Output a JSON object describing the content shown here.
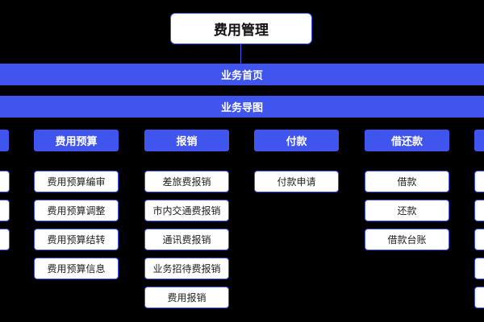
{
  "root": {
    "title": "费用管理"
  },
  "bands": {
    "home": "业务首页",
    "guide": "业务导图"
  },
  "columns": [
    {
      "title": "费用预算",
      "items": [
        "费用预算编审",
        "费用预算调整",
        "费用预算结转",
        "费用预算信息"
      ]
    },
    {
      "title": "报销",
      "items": [
        "差旅费报销",
        "市内交通费报销",
        "通讯费报销",
        "业务招待费报销",
        "费用报销"
      ]
    },
    {
      "title": "付款",
      "items": [
        "付款申请"
      ]
    },
    {
      "title": "借还款",
      "items": [
        "借款",
        "还款",
        "借款台账"
      ]
    }
  ],
  "colors": {
    "accent": "#3f55ee",
    "background": "#000000",
    "node": "#ffffff"
  }
}
